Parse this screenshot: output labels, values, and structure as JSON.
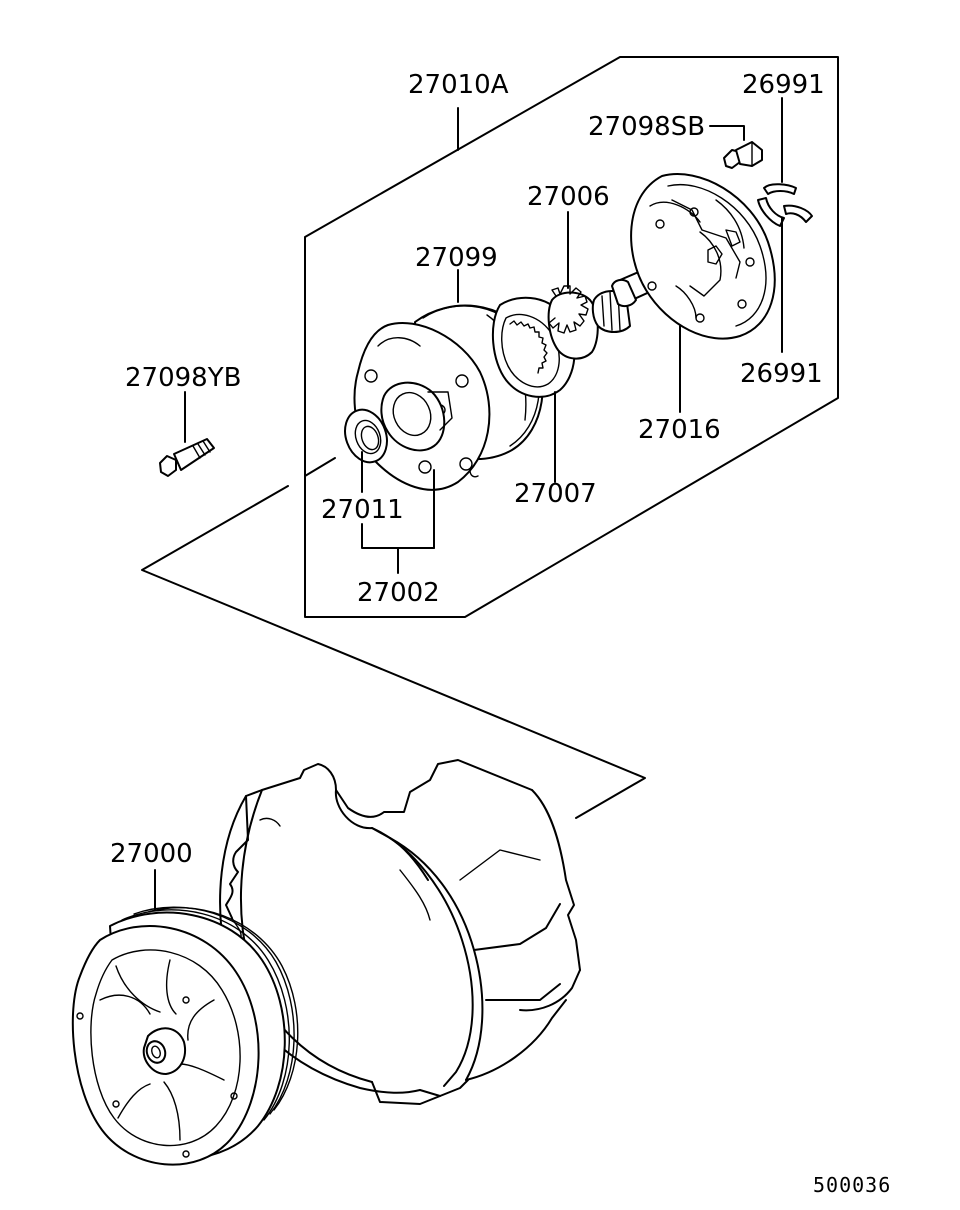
{
  "diagram": {
    "part_labels": {
      "p27010A": "27010A",
      "p26991_top": "26991",
      "p27098SB": "27098SB",
      "p27006": "27006",
      "p27099": "27099",
      "p27098YB": "27098YB",
      "p26991_bottom": "26991",
      "p27016": "27016",
      "p27007": "27007",
      "p27011": "27011",
      "p27002": "27002",
      "p27000": "27000"
    },
    "figure_code": "500036"
  }
}
